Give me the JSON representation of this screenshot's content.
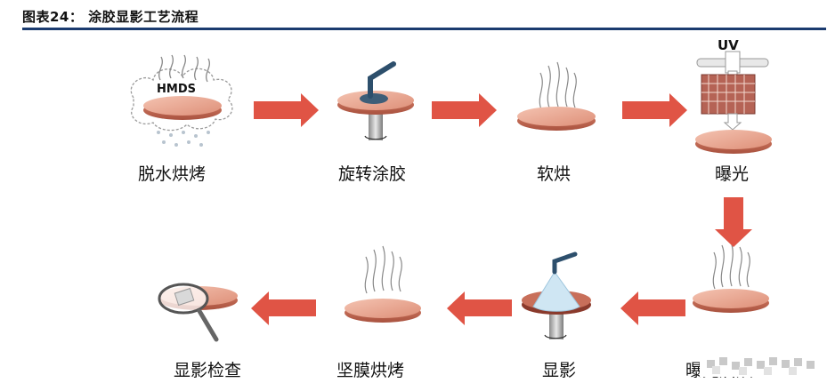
{
  "figure": {
    "title": "图表24：  涂胶显影工艺流程"
  },
  "stages": [
    {
      "label": "脱水烘烤",
      "badge": "HMDS"
    },
    {
      "label": "旋转涂胶"
    },
    {
      "label": "软烘"
    },
    {
      "label": "曝光",
      "badge": "UV"
    },
    {
      "label": "曝光后烘"
    },
    {
      "label": "显影"
    },
    {
      "label": "坚膜烘烤"
    },
    {
      "label": "显影检查"
    }
  ],
  "colors": {
    "arrow": "#e05445",
    "wafer_top": "#e9a48f",
    "wafer_edge": "#c86d57",
    "title_rule": "#1b3b6f"
  }
}
